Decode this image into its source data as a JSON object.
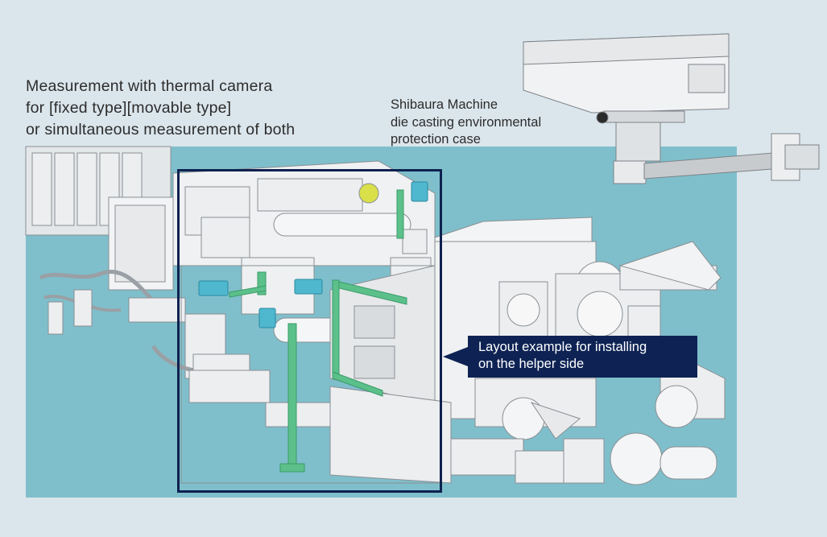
{
  "heading": {
    "lines": [
      "Measurement with thermal camera",
      "for [fixed type][movable type]",
      "or simultaneous measurement of both"
    ]
  },
  "case_label": {
    "lines": [
      "Shibaura Machine",
      "die casting environmental",
      "protection case"
    ]
  },
  "callout": {
    "lines": [
      "Layout example for installing",
      "on the helper side"
    ]
  },
  "colors": {
    "panel": "#7fbfcb",
    "callout": "#0e2354",
    "frame": "#0d2150",
    "mount": "#5cc08a",
    "camera": "#4fb8cf"
  },
  "icons": [
    "thermal-camera-icon",
    "protection-case-icon",
    "die-casting-machine-icon"
  ]
}
